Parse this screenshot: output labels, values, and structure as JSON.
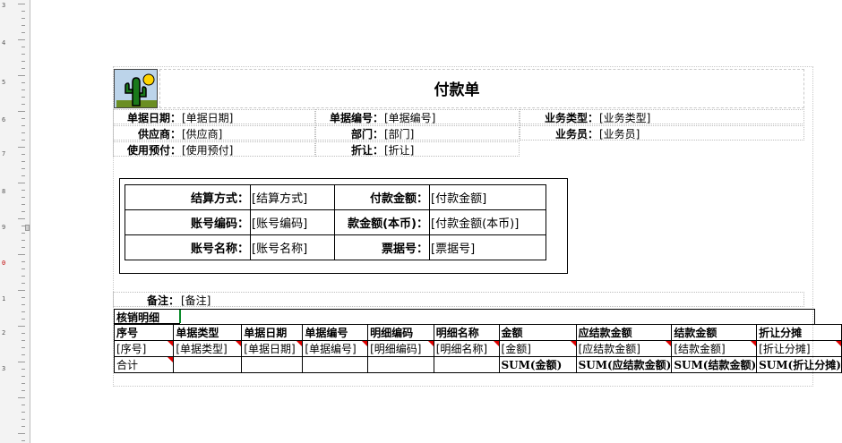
{
  "header": {
    "title": "付款单"
  },
  "form_fields": [
    {
      "label": "单据日期：",
      "value": "[单据日期]"
    },
    {
      "label": "单据编号：",
      "value": "[单据编号]"
    },
    {
      "label": "业务类型：",
      "value": "[业务类型]"
    },
    {
      "label": "供应商：",
      "value": "[供应商]"
    },
    {
      "label": "部门：",
      "value": "[部门]"
    },
    {
      "label": "业务员：",
      "value": "[业务员]"
    },
    {
      "label": "使用预付：",
      "value": "[使用预付]"
    },
    {
      "label": "折让：",
      "value": "[折让]"
    }
  ],
  "settlement": {
    "rows": [
      {
        "l1": "结算方式：",
        "v1": "[结算方式]",
        "l2": "付款金额：",
        "v2": "[付款金额]"
      },
      {
        "l1": "账号编码：",
        "v1": "[账号编码]",
        "l2": "款金额(本币)：",
        "v2": "[付款金额(本币)]"
      },
      {
        "l1": "账号名称：",
        "v1": "[账号名称]",
        "l2": "票据号：",
        "v2": "[票据号]"
      }
    ]
  },
  "remark": {
    "label": "备注：",
    "value": "[备注]"
  },
  "detail": {
    "section_title": "核销明细",
    "columns": [
      "序号",
      "单据类型",
      "单据日期",
      "单据编号",
      "明细编码",
      "明细名称",
      "金额",
      "应结款金额",
      "结款金额",
      "折让分摊"
    ],
    "data_row": [
      "[序号]",
      "[单据类型]",
      "[单据日期]",
      "[单据编号]",
      "[明细编码]",
      "[明细名称]",
      "[金额]",
      "[应结款金额]",
      "[结款金额]",
      "[折让分摊]"
    ],
    "sum_row": [
      "合计",
      "",
      "",
      "",
      "",
      "",
      "SUM(金额)",
      "SUM(应结款金额)",
      "SUM(结款金额)",
      "SUM(折让分摊)"
    ]
  },
  "ruler": {
    "labels": [
      "3",
      "4",
      "5",
      "6",
      "7",
      "8",
      "9",
      "0",
      "1",
      "2",
      "3"
    ]
  },
  "colors": {
    "flag": "#e00000",
    "cursor": "#0a8a2a"
  }
}
